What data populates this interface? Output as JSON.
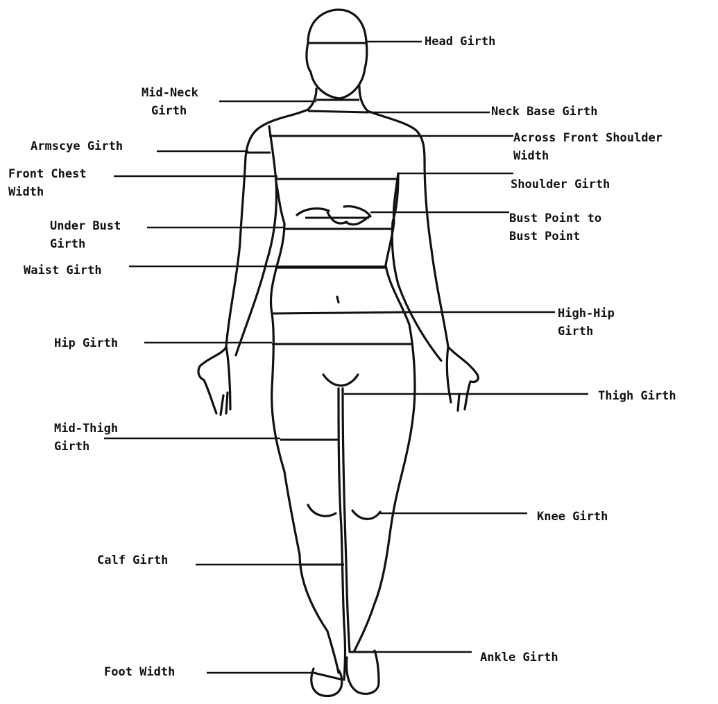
{
  "diagram": {
    "labels": {
      "head_girth": "Head Girth",
      "mid_neck_girth_1": "Mid-Neck",
      "mid_neck_girth_2": "Girth",
      "neck_base_girth": "Neck Base Girth",
      "armscye_girth": "Armscye Girth",
      "across_front_shoulder_1": "Across Front Shoulder",
      "across_front_shoulder_2": "Width",
      "front_chest_width_1": "Front Chest",
      "front_chest_width_2": "Width",
      "shoulder_girth": "Shoulder Girth",
      "under_bust_girth_1": "Under Bust",
      "under_bust_girth_2": "Girth",
      "bust_point_1": "Bust Point to",
      "bust_point_2": "Bust Point",
      "waist_girth": "Waist Girth",
      "high_hip_girth_1": "High-Hip",
      "high_hip_girth_2": "Girth",
      "hip_girth": "Hip Girth",
      "thigh_girth": "Thigh Girth",
      "mid_thigh_girth_1": "Mid-Thigh",
      "mid_thigh_girth_2": "Girth",
      "knee_girth": "Knee Girth",
      "calf_girth": "Calf Girth",
      "ankle_girth": "Ankle Girth",
      "foot_width": "Foot Width"
    }
  }
}
